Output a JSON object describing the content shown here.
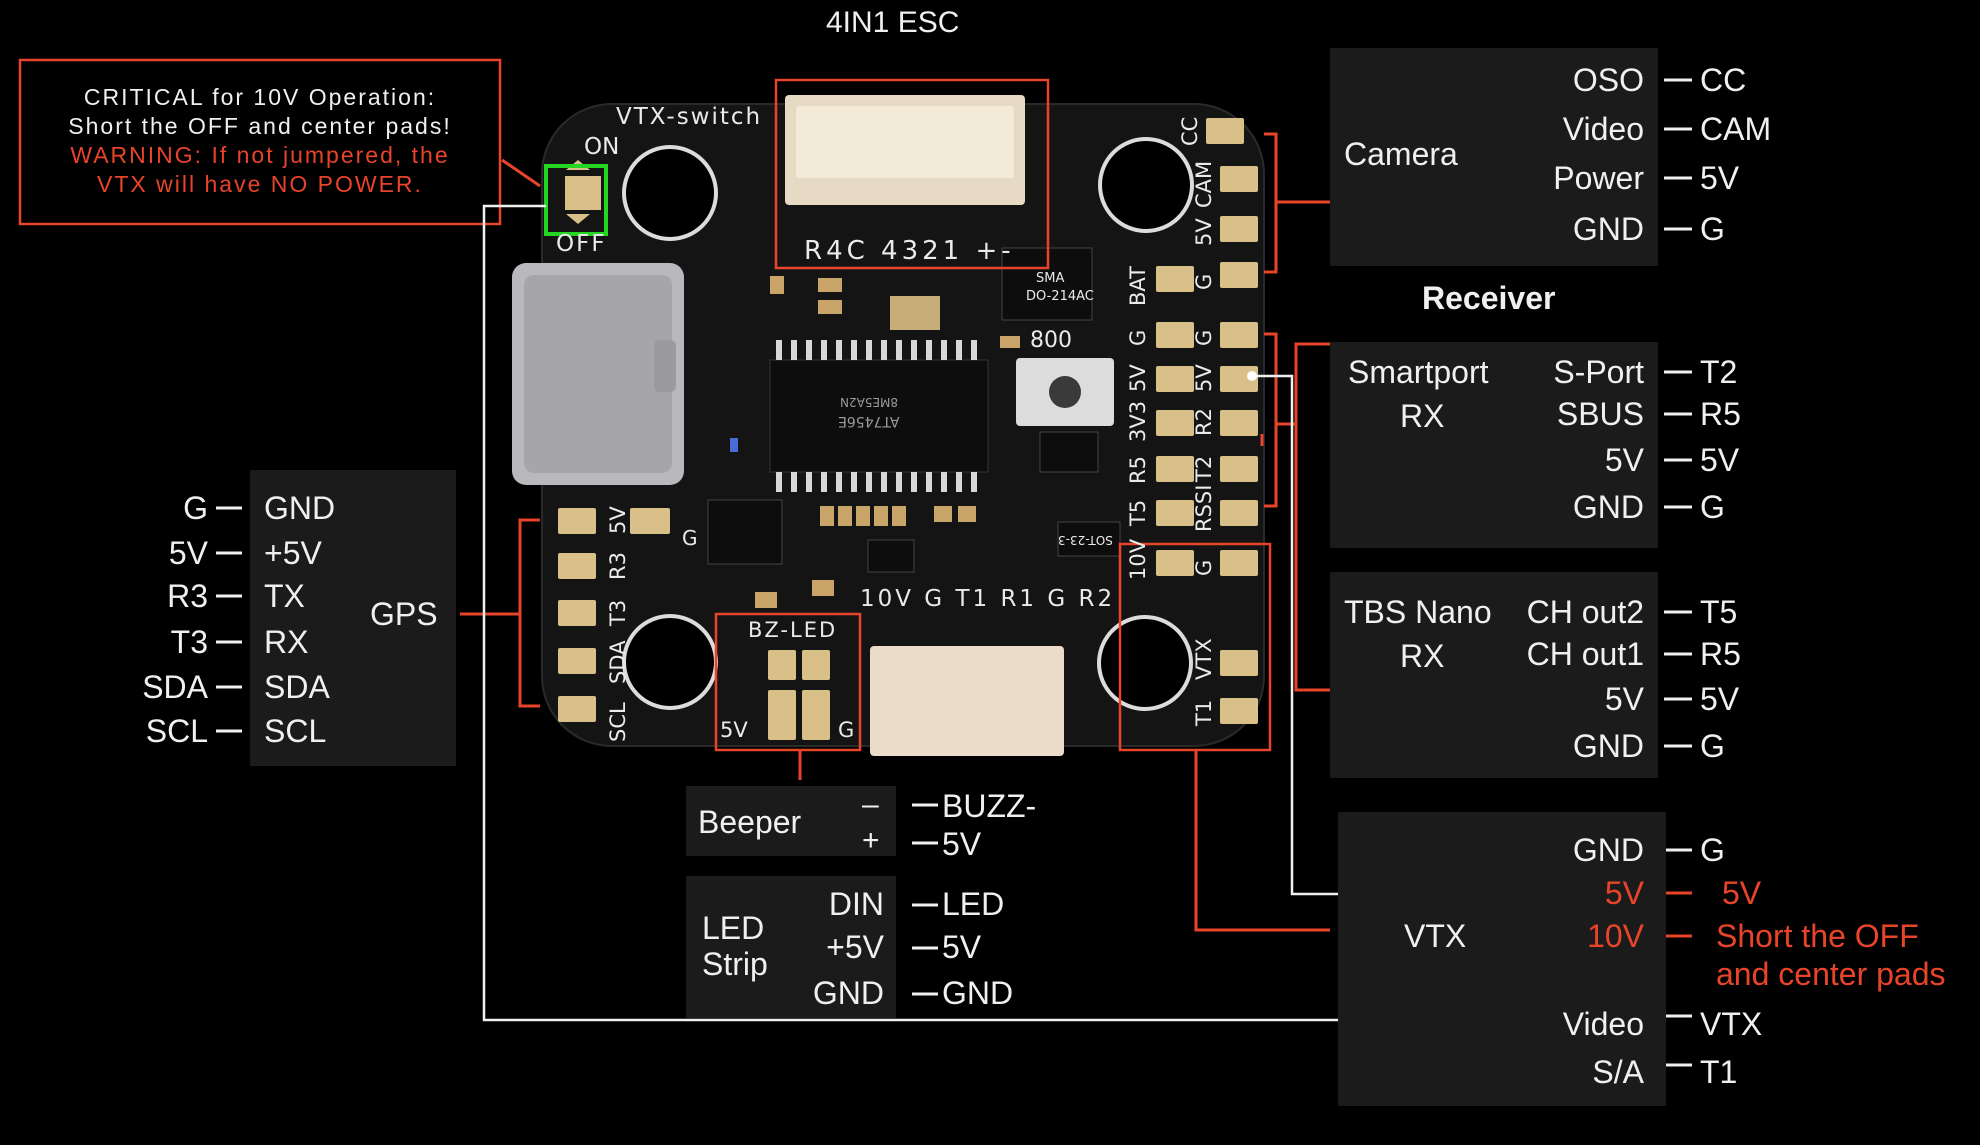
{
  "title": "4IN1 ESC",
  "warning": {
    "line1": "CRITICAL for 10V Operation:",
    "line2": "Short the OFF and center pads!",
    "line3": "WARNING: If not jumpered, the",
    "line4": "VTX will have NO POWER."
  },
  "board": {
    "vtx_switch": "VTX-switch",
    "on": "ON",
    "off": "OFF",
    "esc_pins": "R4C 4321 +-",
    "sma": "SMA",
    "sma_part": "DO-214AC",
    "ic_text1": "8ME5A2N",
    "ic_text2": "AT7456E",
    "bz_led": "BZ-LED",
    "bottom_pins": "10V G T1 R1 G R2",
    "sot": "SOT-23-3",
    "num800": "800",
    "left_pads": [
      "5V",
      "R3",
      "T3",
      "SDA",
      "SCL"
    ],
    "g_label": "G",
    "five_v": "5V",
    "right_col1": [
      "BAT",
      "G",
      "5V",
      "3V3",
      "R5",
      "T5",
      "10V"
    ],
    "right_col2": [
      "CC",
      "CAM",
      "5V",
      "G",
      "G",
      "5V",
      "R2",
      "T2",
      "RSSI",
      "G",
      "VTX",
      "T1"
    ]
  },
  "camera": {
    "label": "Camera",
    "pins": [
      "OSO",
      "Video",
      "Power",
      "GND"
    ],
    "targets": [
      "CC",
      "CAM",
      "5V",
      "G"
    ]
  },
  "receiver": {
    "title": "Receiver",
    "smartport": {
      "label1": "Smartport",
      "label2": "RX",
      "pins": [
        "S-Port",
        "SBUS",
        "5V",
        "GND"
      ],
      "targets": [
        "T2",
        "R5",
        "5V",
        "G"
      ]
    },
    "tbs": {
      "label1": "TBS Nano",
      "label2": "RX",
      "pins": [
        "CH out2",
        "CH out1",
        "5V",
        "GND"
      ],
      "targets": [
        "T5",
        "R5",
        "5V",
        "G"
      ]
    }
  },
  "gps": {
    "label": "GPS",
    "pins": [
      "GND",
      "+5V",
      "TX",
      "RX",
      "SDA",
      "SCL"
    ],
    "targets": [
      "G",
      "5V",
      "R3",
      "T3",
      "SDA",
      "SCL"
    ]
  },
  "beeper": {
    "label": "Beeper",
    "pins": [
      "–",
      "+"
    ],
    "targets": [
      "BUZZ-",
      "5V"
    ]
  },
  "led": {
    "label1": "LED",
    "label2": "Strip",
    "pins": [
      "DIN",
      "+5V",
      "GND"
    ],
    "targets": [
      "LED",
      "5V",
      "GND"
    ]
  },
  "vtx": {
    "label": "VTX",
    "pins": [
      "GND",
      "5V",
      "10V",
      "Video",
      "S/A"
    ],
    "targets": [
      "G",
      "5V",
      "Short the OFF",
      "VTX",
      "T1"
    ],
    "note2": "and center pads"
  },
  "colors": {
    "accent_red": "#e8442a",
    "jumper_green": "#22d622",
    "pad_gold": "#d8c088",
    "board_black": "#141414"
  }
}
